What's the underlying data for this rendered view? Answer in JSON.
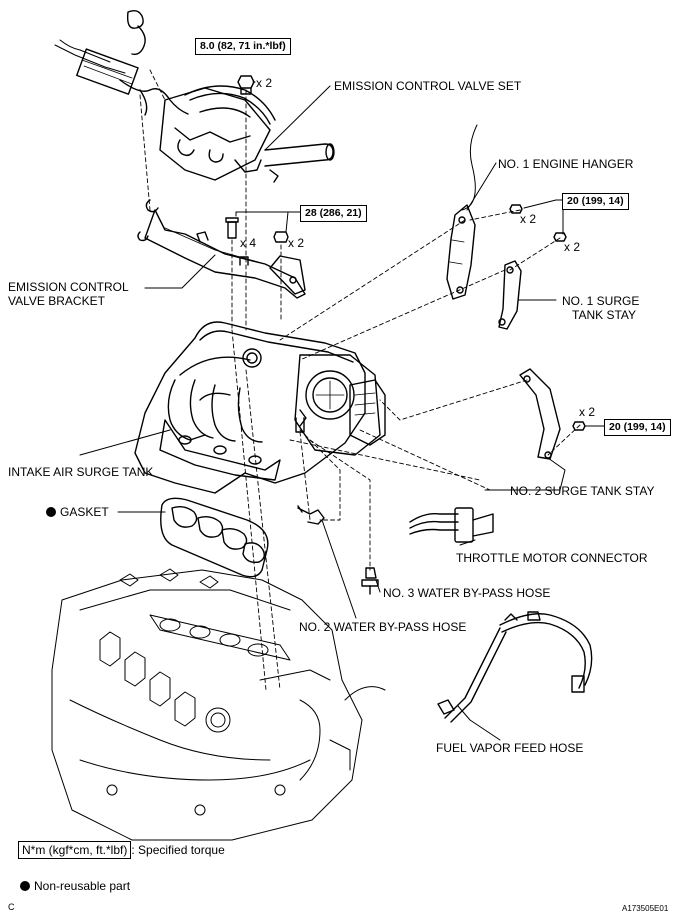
{
  "labels": {
    "emission_valve_set": "EMISSION CONTROL VALVE SET",
    "engine_hanger": "NO. 1 ENGINE HANGER",
    "valve_bracket_line1": "EMISSION CONTROL",
    "valve_bracket_line2": "VALVE BRACKET",
    "surge_stay1_line1": "NO. 1 SURGE",
    "surge_stay1_line2": "TANK STAY",
    "surge_tank": "INTAKE AIR SURGE TANK",
    "surge_stay2": "NO. 2 SURGE TANK STAY",
    "gasket": "GASKET",
    "throttle_connector": "THROTTLE MOTOR CONNECTOR",
    "water_hose3": "NO. 3 WATER BY-PASS HOSE",
    "water_hose2": "NO. 2 WATER BY-PASS HOSE",
    "fuel_vapor_hose": "FUEL VAPOR FEED HOSE"
  },
  "torques": {
    "t1": "8.0 (82, 71 in.*lbf)",
    "t2": "28 (286, 21)",
    "t3": "20 (199, 14)",
    "t4": "20 (199, 14)"
  },
  "quantities": {
    "q1": "x 2",
    "q2": "x 4",
    "q3": "x 2",
    "q4": "x 2",
    "q5": "x 2",
    "q6": "x 2"
  },
  "legend": {
    "torque_unit": "N*m (kgf*cm, ft.*lbf)",
    "torque_desc": ": Specified torque",
    "nonreusable": "Non-reusable part"
  },
  "footer": {
    "left_code": "C",
    "right_code": "A173505E01"
  }
}
